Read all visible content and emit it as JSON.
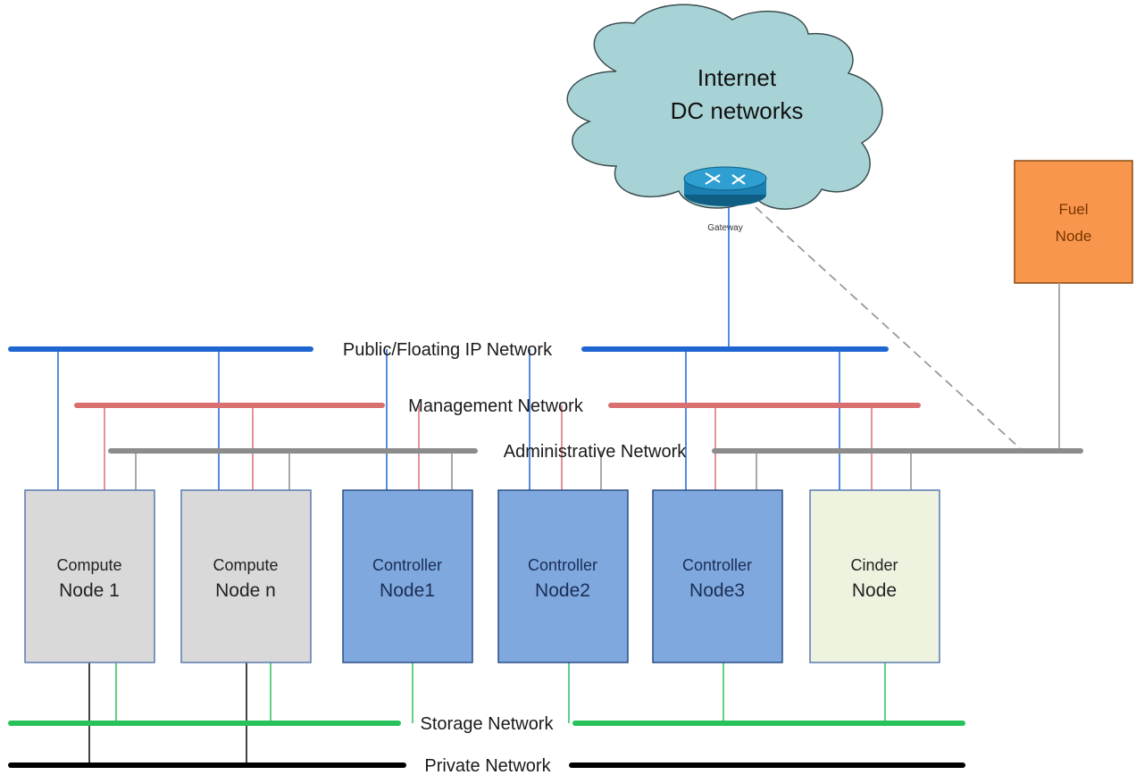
{
  "cloud": {
    "line1": "Internet",
    "line2": "DC networks"
  },
  "gateway": {
    "label": "Gateway",
    "icon": "router-icon"
  },
  "fuel_node": {
    "line1": "Fuel",
    "line2": "Node"
  },
  "networks": {
    "public": "Public/Floating IP Network",
    "management": "Management Network",
    "administrative": "Administrative Network",
    "storage": "Storage Network",
    "private": "Private Network"
  },
  "nodes": [
    {
      "line1": "Compute",
      "line2": "Node 1",
      "kind": "compute"
    },
    {
      "line1": "Compute",
      "line2": "Node n",
      "kind": "compute"
    },
    {
      "line1": "Controller",
      "line2": "Node1",
      "kind": "controller"
    },
    {
      "line1": "Controller",
      "line2": "Node2",
      "kind": "controller"
    },
    {
      "line1": "Controller",
      "line2": "Node3",
      "kind": "controller"
    },
    {
      "line1": "Cinder",
      "line2": "Node",
      "kind": "cinder"
    }
  ],
  "colors": {
    "public": "#1f66d1",
    "management": "#d96f6f",
    "administrative": "#8c8c8c",
    "storage": "#27c25a",
    "private": "#000000",
    "compute_fill": "#d9d9d9",
    "controller_fill": "#7fa8de",
    "cinder_fill": "#edf3df",
    "fuel_fill": "#f7964c",
    "cloud_fill": "#a8d3d6"
  }
}
